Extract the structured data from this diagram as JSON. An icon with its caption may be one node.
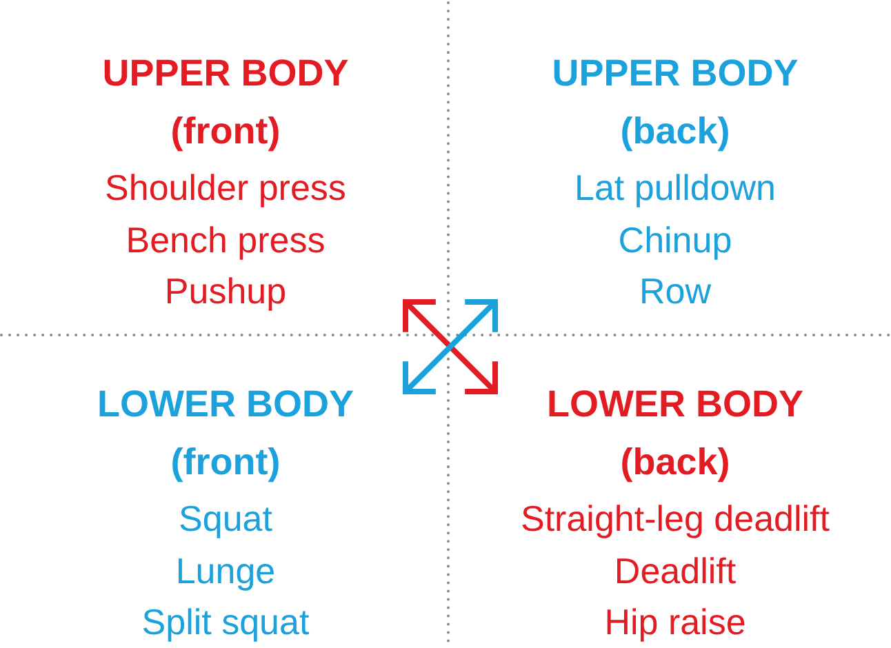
{
  "diagram": {
    "nodes": [
      {
        "text": [
          "UPPER BODY (front)",
          "Shoulder press",
          "Bench press",
          "Pushup"
        ]
      },
      {
        "text": [
          "UPPER BODY (back)",
          "Lat pulldown",
          "Chinup",
          "Row"
        ]
      },
      {
        "text": [
          "LOWER BODY (front)",
          "Squat",
          "Lunge",
          "Split squat"
        ]
      },
      {
        "text": [
          "LOWER BODY (back)",
          "Straight-leg deadlift",
          "Deadlift",
          "Hip raise"
        ]
      }
    ],
    "edges": [
      {
        "from": 0,
        "to": 3,
        "arrow": "both",
        "color": "#e31b23"
      },
      {
        "from": 1,
        "to": 2,
        "arrow": "both",
        "color": "#1ba1db"
      }
    ]
  }
}
